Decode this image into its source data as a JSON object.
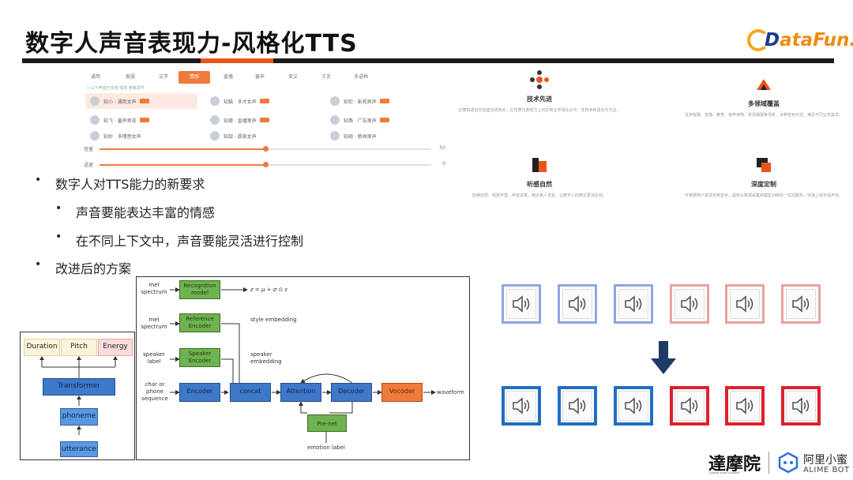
{
  "header": {
    "title": "数字人声音表现力-风格化TTS",
    "logo_left": "D",
    "logo_main": "ataFun",
    "logo_dot": "."
  },
  "screenshot": {
    "tabs": [
      "通用",
      "客服",
      "文学",
      "情感",
      "直播",
      "童声",
      "英文",
      "方言",
      "多语种"
    ],
    "active_tab_index": 3,
    "hint": "• 以下声音已支持 情感 参数调节",
    "cards": [
      {
        "text": "知小 · 通用女声"
      },
      {
        "text": "知猫 · 多才女声"
      },
      {
        "text": "知伦 · 影视男声"
      },
      {
        "text": "知飞 · 童声男孩"
      },
      {
        "text": "知德 · 直播男声"
      },
      {
        "text": "知燕 · 广告男声"
      },
      {
        "text": "知妙 · 多情感女声"
      },
      {
        "text": "知甜 · 甜美女声"
      },
      {
        "text": "知硕 · 新闻男声"
      }
    ],
    "sliders": [
      {
        "label": "音量",
        "value": "50",
        "fraction": 0.5
      },
      {
        "label": "语速",
        "value": "0",
        "fraction": 0.5
      }
    ]
  },
  "bullets": [
    {
      "text": "数字人对TTS能力的新要求",
      "level": 1
    },
    {
      "text": "声音要能表达丰富的情感",
      "level": 2
    },
    {
      "text": "在不同上下文中，声音要能灵活进行控制",
      "level": 2
    },
    {
      "text": "改进后的方案",
      "level": 1
    }
  ],
  "bullet_marks": {
    "level1": "•",
    "level2": "•"
  },
  "features": [
    {
      "name": "技术先进",
      "desc": "达摩院语音实验室自研技术，在音质与表现力上均达到业界领先水平，支持多种语言与方言。",
      "icon": "tech-icon"
    },
    {
      "name": "多领域覆盖",
      "desc": "支持客服、直播、教育、有声读物、新闻播报等场景，多种音色可选，满足不同业务需求。",
      "icon": "domain-icon"
    },
    {
      "name": "听感自然",
      "desc": "韵律自然，情感丰富，声音逼真，接近真人发音，让数字人的表达更加生动。",
      "icon": "natural-icon"
    },
    {
      "name": "深度定制",
      "desc": "可根据用户需求定制音色，提供从数据采集到模型训练的一站式服务，快速上线专属声音。",
      "icon": "custom-icon"
    }
  ],
  "arch_small": {
    "outputs": [
      "Duration",
      "Pitch",
      "Energy"
    ],
    "transformer": "Transformer",
    "phoneme": "phoneme",
    "utterance": "utterance"
  },
  "arch_big": {
    "inputs": [
      {
        "label": "mel spectrum",
        "block": "Recognition model"
      },
      {
        "label": "mel spectrum",
        "block": "Reference Encoder"
      },
      {
        "label": "speaker label",
        "block": "Speaker Encoder"
      }
    ],
    "formula": "z = μ + σ ⊙ ε",
    "side_labels": [
      "style embedding",
      "speaker embedding"
    ],
    "seq_label": "char or phone sequence",
    "encoder": "Encoder",
    "concat": "concat",
    "attention": "Attention",
    "decoder": "Decoder",
    "vocoder": "Vocoder",
    "output": "waveform",
    "prenet": "Pre-net",
    "emotion": "emotion label"
  },
  "speakers": {
    "top_colors": [
      "#8ea6e0",
      "#8ea6e0",
      "#8ea6e0",
      "#e8a39a",
      "#e8a39a",
      "#e8a39a"
    ],
    "bottom_colors": [
      "#1f6fc4",
      "#1f6fc4",
      "#1f6fc4",
      "#e0202a",
      "#e0202a",
      "#e0202a"
    ]
  },
  "footer": {
    "damo": "達摩院",
    "damo_sub": "ALIBABA DAMO ACADEMY",
    "alime_cn": "阿里小蜜",
    "alime_en": "ALIME BOT"
  }
}
